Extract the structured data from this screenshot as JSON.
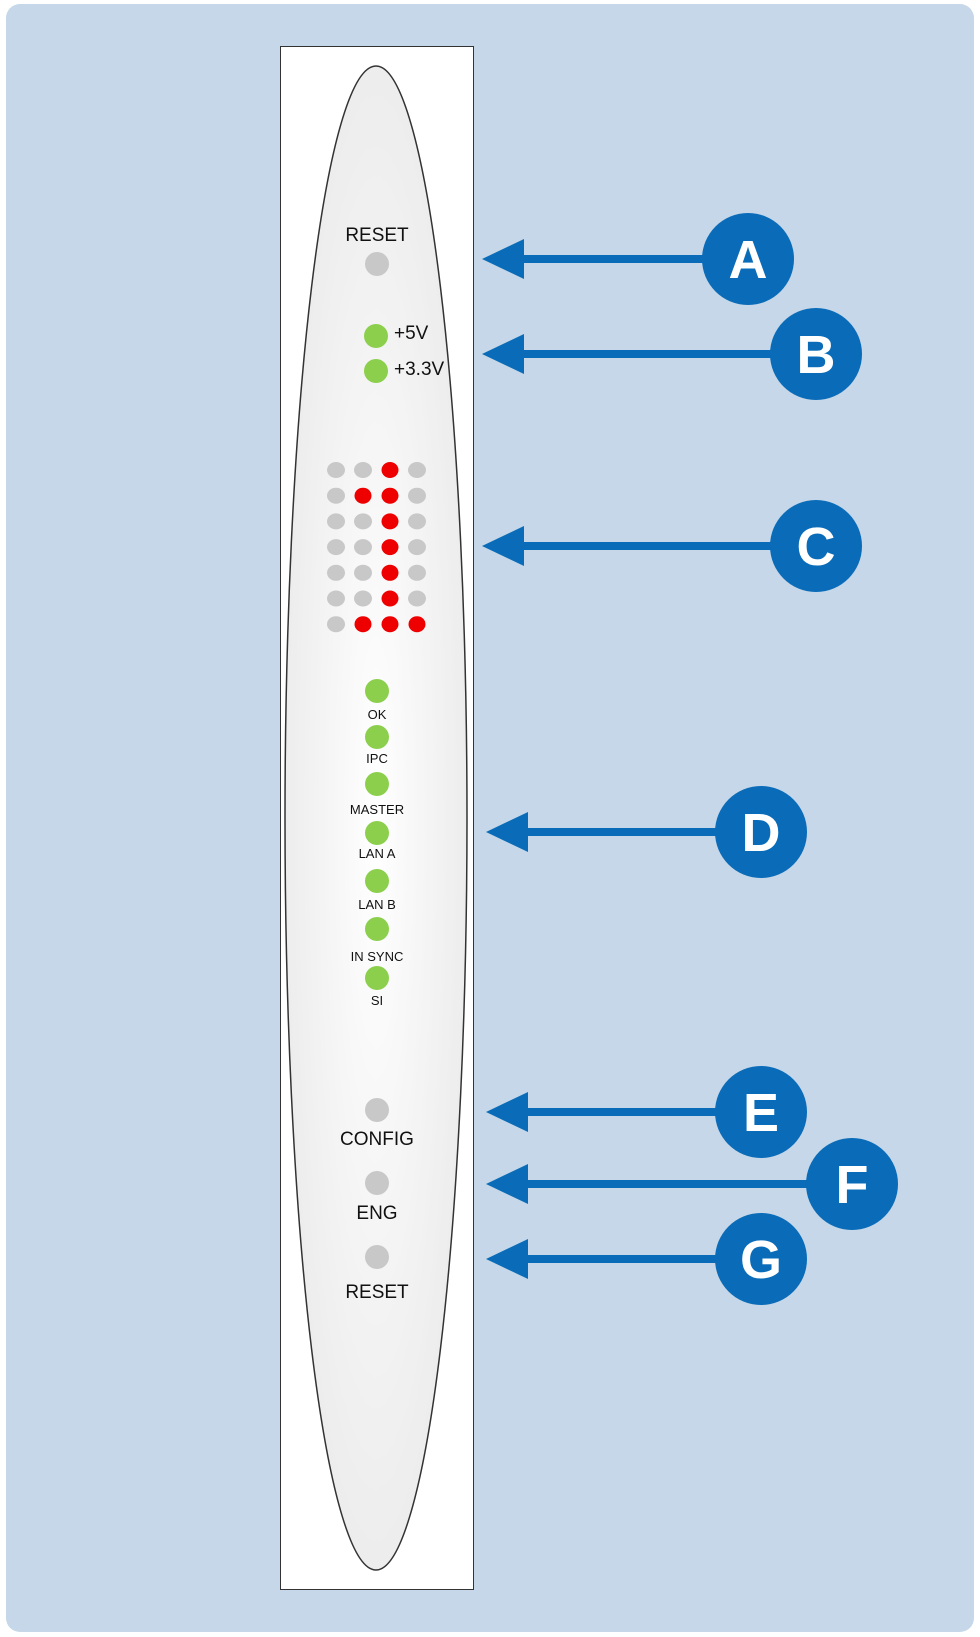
{
  "colors": {
    "background": "#c5d7e8",
    "arrow": "#0a6cb8",
    "led_green": "#8ccf4d",
    "led_gray": "#c8c8c8",
    "led_red": "#ee0000"
  },
  "top_reset_label": "RESET",
  "power_leds": [
    {
      "label": "+5V",
      "state": "green"
    },
    {
      "label": "+3.3V",
      "state": "green"
    }
  ],
  "matrix": [
    [
      "gray",
      "gray",
      "red",
      "gray"
    ],
    [
      "gray",
      "red",
      "red",
      "gray"
    ],
    [
      "gray",
      "gray",
      "red",
      "gray"
    ],
    [
      "gray",
      "gray",
      "red",
      "gray"
    ],
    [
      "gray",
      "gray",
      "red",
      "gray"
    ],
    [
      "gray",
      "gray",
      "red",
      "gray"
    ],
    [
      "gray",
      "red",
      "red",
      "red"
    ]
  ],
  "status_leds": [
    {
      "label": "OK",
      "state": "green"
    },
    {
      "label": "IPC",
      "state": "green"
    },
    {
      "label": "MASTER",
      "state": "green"
    },
    {
      "label": "LAN A",
      "state": "green"
    },
    {
      "label": "LAN B",
      "state": "green"
    },
    {
      "label": "IN SYNC",
      "state": "green"
    },
    {
      "label": "SI",
      "state": "green"
    }
  ],
  "bottom_buttons": [
    {
      "label": "CONFIG"
    },
    {
      "label": "ENG"
    },
    {
      "label": "RESET"
    }
  ],
  "callouts": [
    "A",
    "B",
    "C",
    "D",
    "E",
    "F",
    "G"
  ]
}
